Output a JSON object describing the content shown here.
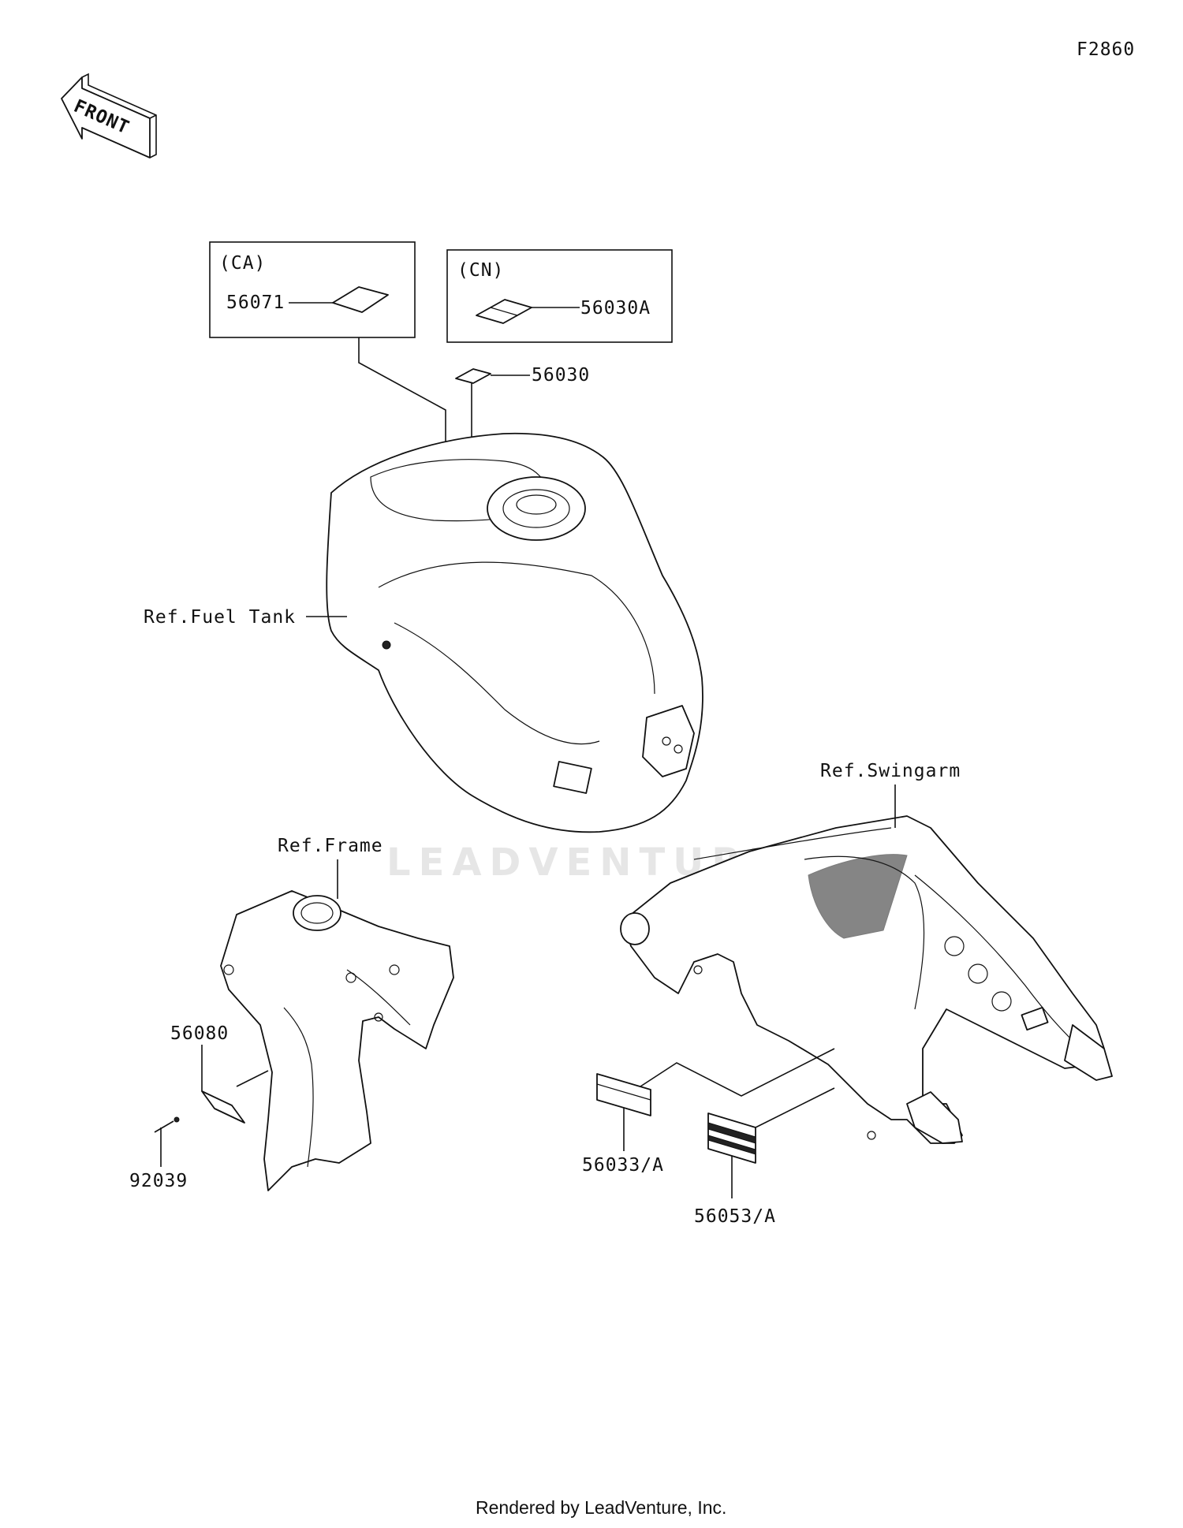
{
  "diagram_code": "F2860",
  "front_label": "FRONT",
  "watermark": "LEADVENTURE",
  "boxes": {
    "ca": {
      "title": "(CA)",
      "part": "56071"
    },
    "cn": {
      "title": "(CN)",
      "part": "56030A"
    }
  },
  "parts": {
    "tank_label": "56030",
    "frame_label": "56080",
    "rivet": "92039",
    "swingarm_label_a": "56033/A",
    "swingarm_label_b": "56053/A"
  },
  "references": {
    "fuel_tank": "Ref.Fuel Tank",
    "frame": "Ref.Frame",
    "swingarm": "Ref.Swingarm"
  },
  "footer": "Rendered by LeadVenture, Inc."
}
